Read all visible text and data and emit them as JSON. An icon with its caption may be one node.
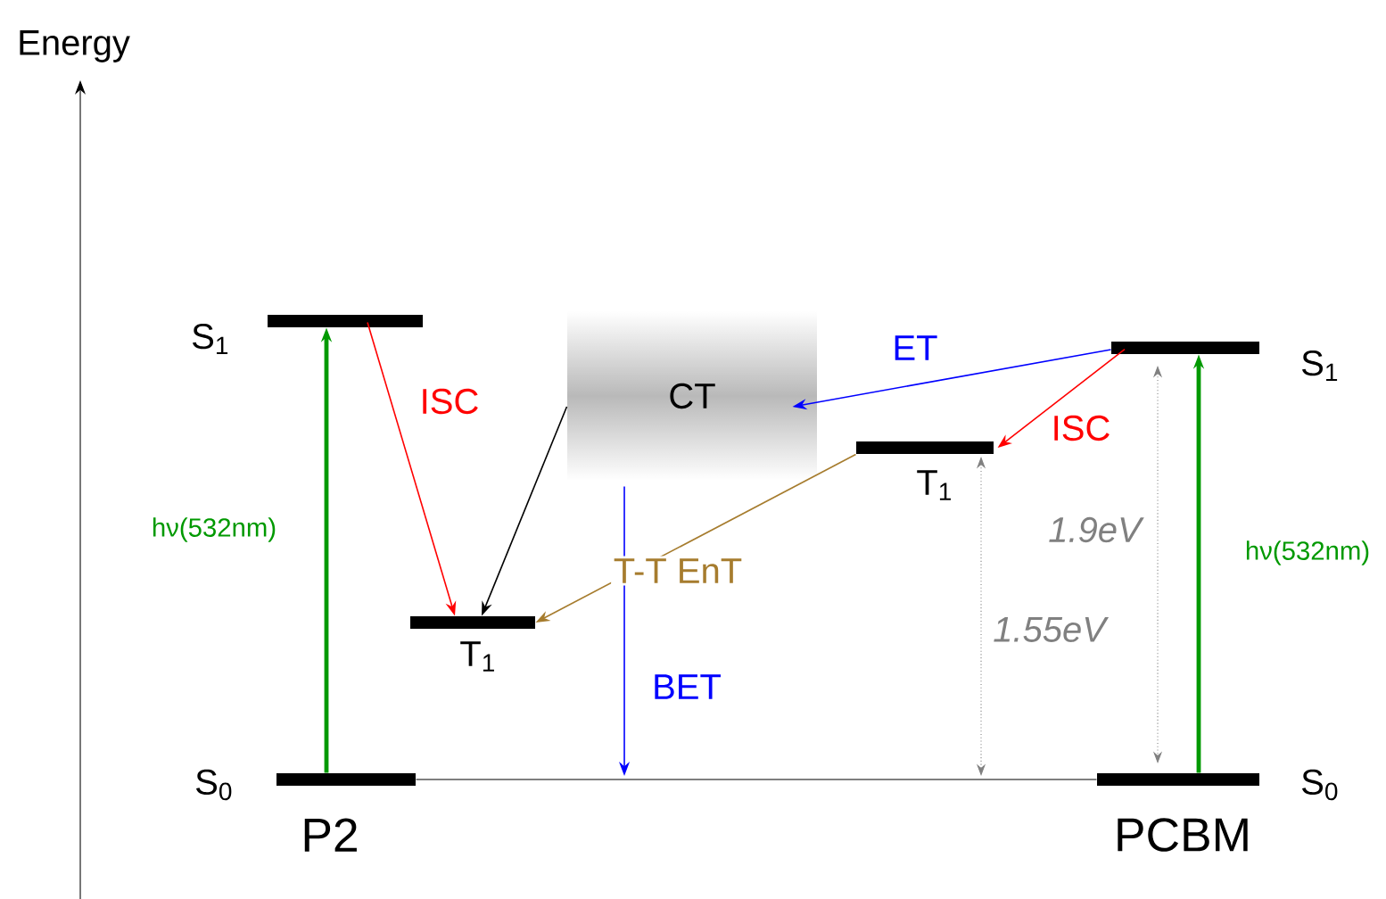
{
  "diagram": {
    "nodes": [
      {
        "text": [],
        "shape": "bar",
        "beside": [
          "S$_{1}$"
        ]
      },
      {
        "text": [],
        "shape": "bar",
        "beside": [
          "T$_{1}$"
        ]
      },
      {
        "text": [],
        "shape": "bar",
        "beside": [
          "S$_{0}$",
          "P2"
        ]
      },
      {
        "text": [
          "CT"
        ]
      },
      {
        "text": [],
        "shape": "bar",
        "beside": [
          "T$_{1}$"
        ]
      },
      {
        "text": [],
        "shape": "bar",
        "beside": [
          "S$_{1}$"
        ]
      },
      {
        "text": [],
        "shape": "bar",
        "beside": [
          "S$_{0}$",
          "PCBM"
        ]
      }
    ],
    "edges": [
      {
        "from": 2,
        "to": 0,
        "arrow": "to",
        "label": "hν(532nm)",
        "style": "thick",
        "color": "#009900"
      },
      {
        "from": 0,
        "to": 1,
        "arrow": "to",
        "label": "ISC",
        "color": "#ff0000"
      },
      {
        "from": 3,
        "to": 1,
        "arrow": "to",
        "color": "#000000"
      },
      {
        "from": 4,
        "to": 1,
        "arrow": "to",
        "label": "T-T EnT",
        "color": "#a67c2e"
      },
      {
        "from": 5,
        "to": 3,
        "arrow": "to",
        "label": "ET",
        "color": "#0000ff"
      },
      {
        "from": 5,
        "to": 4,
        "arrow": "to",
        "label": "ISC",
        "color": "#ff0000"
      },
      {
        "from": 6,
        "to": 5,
        "arrow": "to",
        "label": "hν(532nm)",
        "style": "thick",
        "color": "#009900"
      },
      {
        "from": 2,
        "to": 6,
        "arrow": "none",
        "color": "#555555"
      },
      {
        "from": 3,
        "to": null,
        "arrow": "to",
        "label": "BET",
        "color": "#0000ff"
      }
    ],
    "labels": [
      "Energy",
      "1.9eV",
      "1.55eV"
    ]
  }
}
